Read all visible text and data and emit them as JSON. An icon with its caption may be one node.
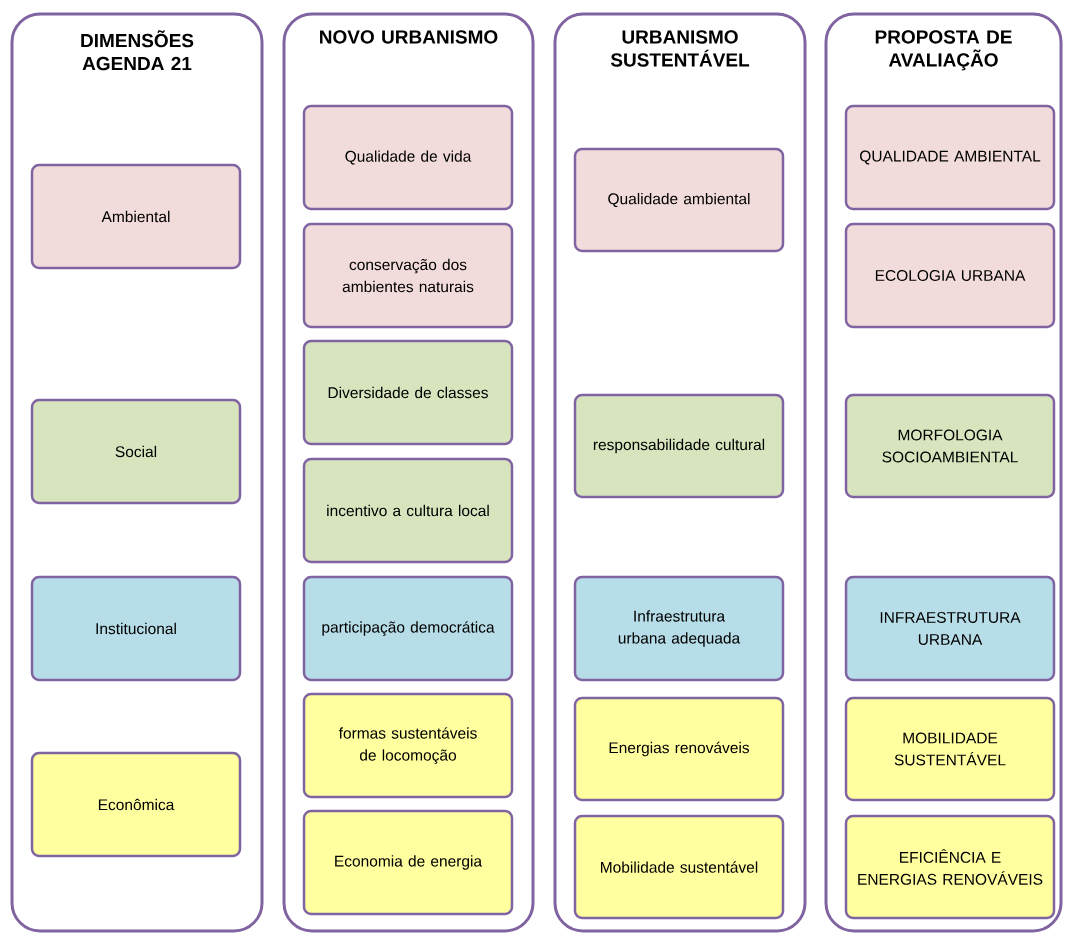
{
  "diagram": {
    "nodes": [
      {
        "text": [
          "DIMENSÕES AGENDA 21"
        ]
      },
      {
        "text": [
          "Ambiental"
        ],
        "in": 0
      },
      {
        "text": [
          "Social"
        ],
        "in": 0
      },
      {
        "text": [
          "Institucional"
        ],
        "in": 0
      },
      {
        "text": [
          "Econômica"
        ],
        "in": 0
      },
      {
        "text": [
          "NOVO URBANISMO"
        ]
      },
      {
        "text": [
          "Qualidade de vida"
        ],
        "in": 5
      },
      {
        "text": [
          "conservação dos ambientes naturais"
        ],
        "in": 5
      },
      {
        "text": [
          "Diversidade de classes"
        ],
        "in": 5
      },
      {
        "text": [
          "incentivo a cultura local"
        ],
        "in": 5
      },
      {
        "text": [
          "participação democrática"
        ],
        "in": 5
      },
      {
        "text": [
          "formas sustentáveis de locomoção"
        ],
        "in": 5
      },
      {
        "text": [
          "Economia de energia"
        ],
        "in": 5
      },
      {
        "text": [
          "URBANISMO SUSTENTÁVEL"
        ]
      },
      {
        "text": [
          "Qualidade ambiental"
        ],
        "in": 13
      },
      {
        "text": [
          "responsabilidade cultural"
        ],
        "in": 13
      },
      {
        "text": [
          "Infraestrutura urbana adequada"
        ],
        "in": 13
      },
      {
        "text": [
          "Energias renováveis"
        ],
        "in": 13
      },
      {
        "text": [
          "Mobilidade sustentável"
        ],
        "in": 13
      },
      {
        "text": [
          "PROPOSTA DE AVALIAÇÃO"
        ]
      },
      {
        "text": [
          "QUALIDADE AMBIENTAL"
        ],
        "in": 19
      },
      {
        "text": [
          "ECOLOGIA URBANA"
        ],
        "in": 19
      },
      {
        "text": [
          "MORFOLOGIA SOCIOAMBIENTAL"
        ],
        "in": 19
      },
      {
        "text": [
          "INFRAESTRUTURA URBANA"
        ],
        "in": 19
      },
      {
        "text": [
          "MOBILIDADE SUSTENTÁVEL"
        ],
        "in": 19
      },
      {
        "text": [
          "EFICIÊNCIA  E ENERGIAS RENOVÁVEIS"
        ],
        "in": 19
      }
    ]
  }
}
